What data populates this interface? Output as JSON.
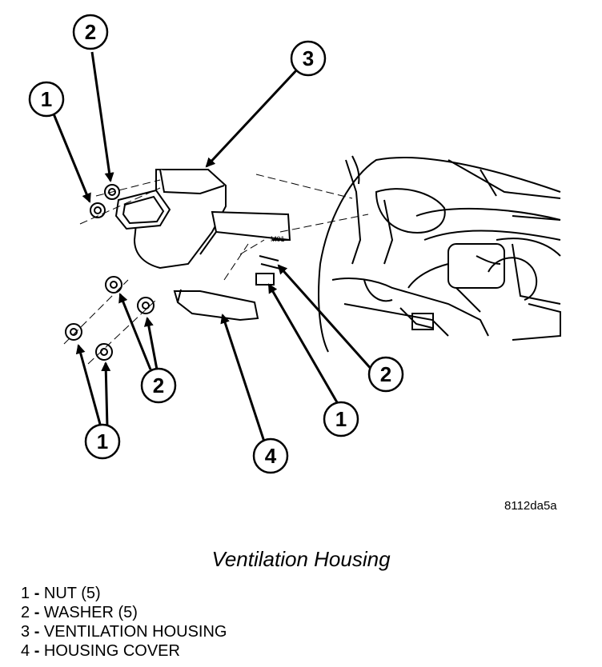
{
  "figure_id": "8112da5a",
  "caption": "Ventilation Housing",
  "callouts": [
    "1",
    "2",
    "3",
    "2",
    "1",
    "2",
    "1",
    "4"
  ],
  "legend": [
    {
      "num": "1",
      "sep": "-",
      "text": "NUT (5)"
    },
    {
      "num": "2",
      "sep": "-",
      "text": "WASHER (5)"
    },
    {
      "num": "3",
      "sep": "-",
      "text": "VENTILATION HOUSING"
    },
    {
      "num": "4",
      "sep": "-",
      "text": "HOUSING COVER"
    }
  ]
}
